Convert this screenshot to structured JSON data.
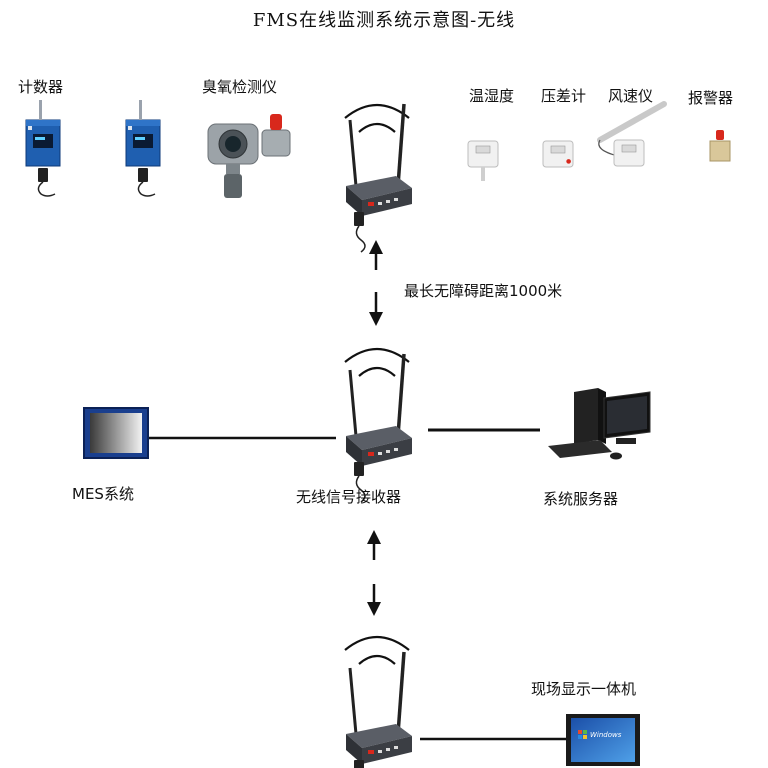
{
  "title": "FMS在线监测系统示意图-无线",
  "sensors": {
    "counter": "计数器",
    "ozone": "臭氧检测仪",
    "temp_humidity": "温湿度",
    "pressure": "压差计",
    "anemometer": "风速仪",
    "alarm": "报警器"
  },
  "distance_note": "最长无障碍距离1000米",
  "receiver": "无线信号接收器",
  "mes": "MES系统",
  "server": "系统服务器",
  "display": "现场显示一体机",
  "display_screen_text": "Windows",
  "colors": {
    "counter_blue": "#1f5fb0",
    "router_dark": "#3b3e44",
    "alarm_red": "#d8281c",
    "display_blue": "#2a64c0"
  }
}
